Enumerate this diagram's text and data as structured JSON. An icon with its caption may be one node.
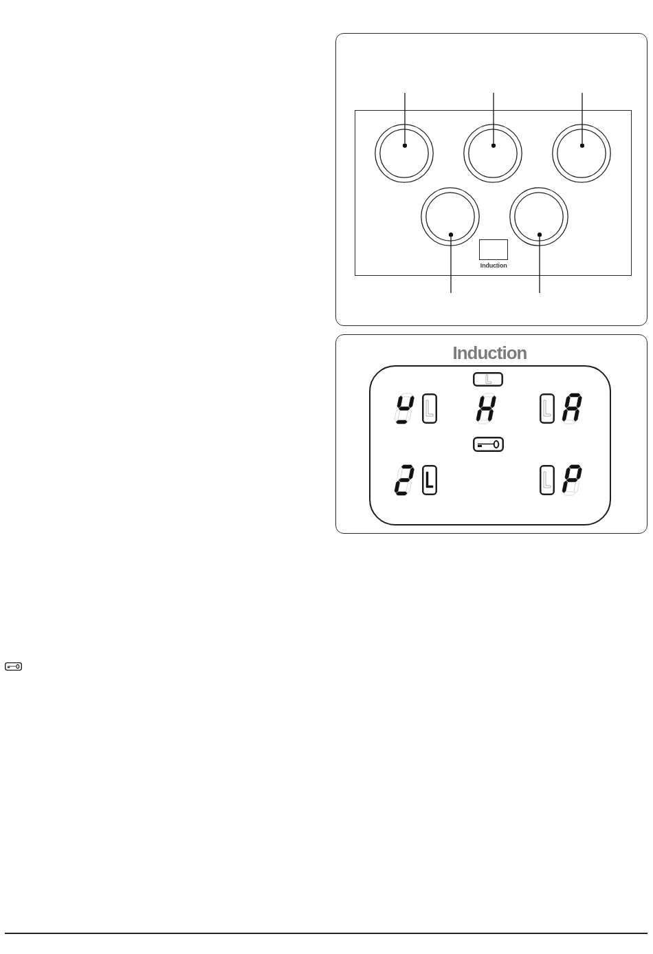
{
  "diagram": {
    "nodes": [
      {
        "text": [],
        "shape": "box"
      },
      {
        "text": [],
        "shape": "box",
        "in": 0
      },
      {
        "text": [],
        "shape": "circle",
        "in": 1
      },
      {
        "text": [],
        "shape": "circle",
        "in": 1
      },
      {
        "text": [],
        "shape": "circle",
        "in": 1
      },
      {
        "text": [],
        "shape": "circle",
        "in": 1
      },
      {
        "text": [],
        "shape": "circle",
        "in": 1
      },
      {
        "text": [
          "Induction"
        ],
        "in": 1
      },
      {
        "text": [],
        "shape": "box"
      },
      {
        "text": [
          "Induction"
        ],
        "in": 8
      }
    ],
    "edges": [
      {
        "from": null,
        "to": 2,
        "arrow": "other"
      },
      {
        "from": null,
        "to": 3,
        "arrow": "other"
      },
      {
        "from": null,
        "to": 4,
        "arrow": "other"
      },
      {
        "from": null,
        "to": 5,
        "arrow": "other"
      },
      {
        "from": null,
        "to": 6,
        "arrow": "other"
      }
    ]
  }
}
